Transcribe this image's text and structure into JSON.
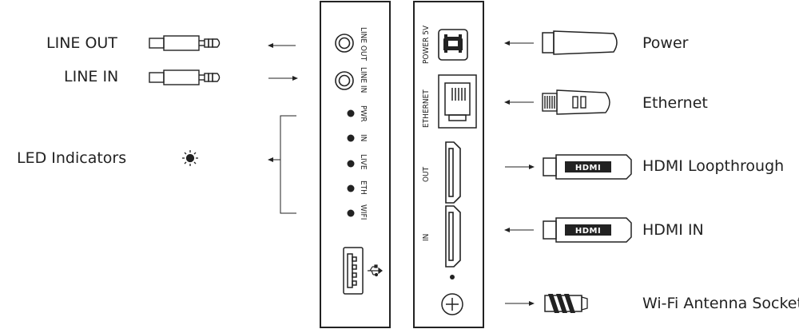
{
  "left_labels": {
    "line_out": "LINE OUT",
    "line_in": "LINE IN",
    "led_indicators": "LED Indicators"
  },
  "right_labels": {
    "power": "Power",
    "ethernet": "Ethernet",
    "hdmi_loopthrough": "HDMI Loopthrough",
    "hdmi_in": "HDMI IN",
    "wifi_antenna": "Wi-Fi Antenna Socket"
  },
  "left_panel": {
    "line_out": "LINE OUT",
    "line_in": "LINE IN",
    "leds": [
      "PWR",
      "IN",
      "LIVE",
      "ETH",
      "WIFI"
    ]
  },
  "right_panel": {
    "power": "POWER 5V",
    "ethernet": "ETHERNET",
    "out": "OUT",
    "in": "IN"
  },
  "hdmi_plug_text": "HDMI"
}
